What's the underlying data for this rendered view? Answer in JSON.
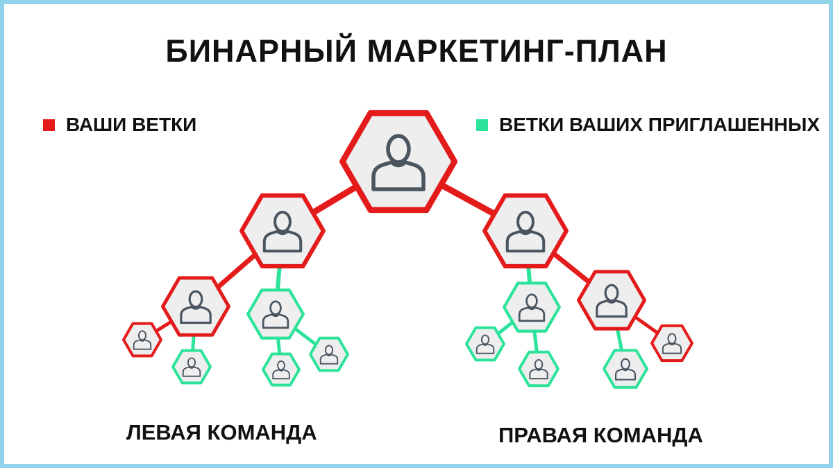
{
  "title": "БИНАРНЫЙ МАРКЕТИНГ-ПЛАН",
  "legend": {
    "own_branches": "ВАШИ ВЕТКИ",
    "invited_branches": "ВЕТКИ ВАШИХ ПРИГЛАШЕННЫХ"
  },
  "teams": {
    "left": "ЛЕВАЯ КОМАНДА",
    "right": "ПРАВАЯ КОМАНДА"
  },
  "colors": {
    "own": "#e31b1b",
    "invited": "#2de39a",
    "node_fill": "#eeeeee",
    "icon": "#4a5560",
    "frame": "#8fd3ea"
  },
  "tree": {
    "root": "you",
    "nodes": [
      {
        "id": "you",
        "parent": null,
        "branch": "own",
        "team": null,
        "icon": "person-icon"
      },
      {
        "id": "l1",
        "parent": "you",
        "branch": "own",
        "team": "left",
        "icon": "person-icon"
      },
      {
        "id": "r1",
        "parent": "you",
        "branch": "own",
        "team": "right",
        "icon": "person-icon"
      },
      {
        "id": "l2",
        "parent": "l1",
        "branch": "own",
        "team": "left",
        "icon": "person-icon"
      },
      {
        "id": "l2b",
        "parent": "l1",
        "branch": "invited",
        "team": "left",
        "icon": "person-icon"
      },
      {
        "id": "r2a",
        "parent": "r1",
        "branch": "invited",
        "team": "right",
        "icon": "person-icon"
      },
      {
        "id": "r2",
        "parent": "r1",
        "branch": "own",
        "team": "right",
        "icon": "person-icon"
      },
      {
        "id": "l3",
        "parent": "l2",
        "branch": "own",
        "team": "left",
        "icon": "person-icon"
      },
      {
        "id": "l3b",
        "parent": "l2",
        "branch": "invited",
        "team": "left",
        "icon": "person-icon"
      },
      {
        "id": "l3c",
        "parent": "l2b",
        "branch": "invited",
        "team": "left",
        "icon": "person-icon"
      },
      {
        "id": "l3d",
        "parent": "l2b",
        "branch": "invited",
        "team": "left",
        "icon": "person-icon"
      },
      {
        "id": "r3a",
        "parent": "r2a",
        "branch": "invited",
        "team": "right",
        "icon": "person-icon"
      },
      {
        "id": "r3b",
        "parent": "r2a",
        "branch": "invited",
        "team": "right",
        "icon": "person-icon"
      },
      {
        "id": "r3c",
        "parent": "r2",
        "branch": "invited",
        "team": "right",
        "icon": "person-icon"
      },
      {
        "id": "r3",
        "parent": "r2",
        "branch": "own",
        "team": "right",
        "icon": "person-icon"
      }
    ]
  }
}
